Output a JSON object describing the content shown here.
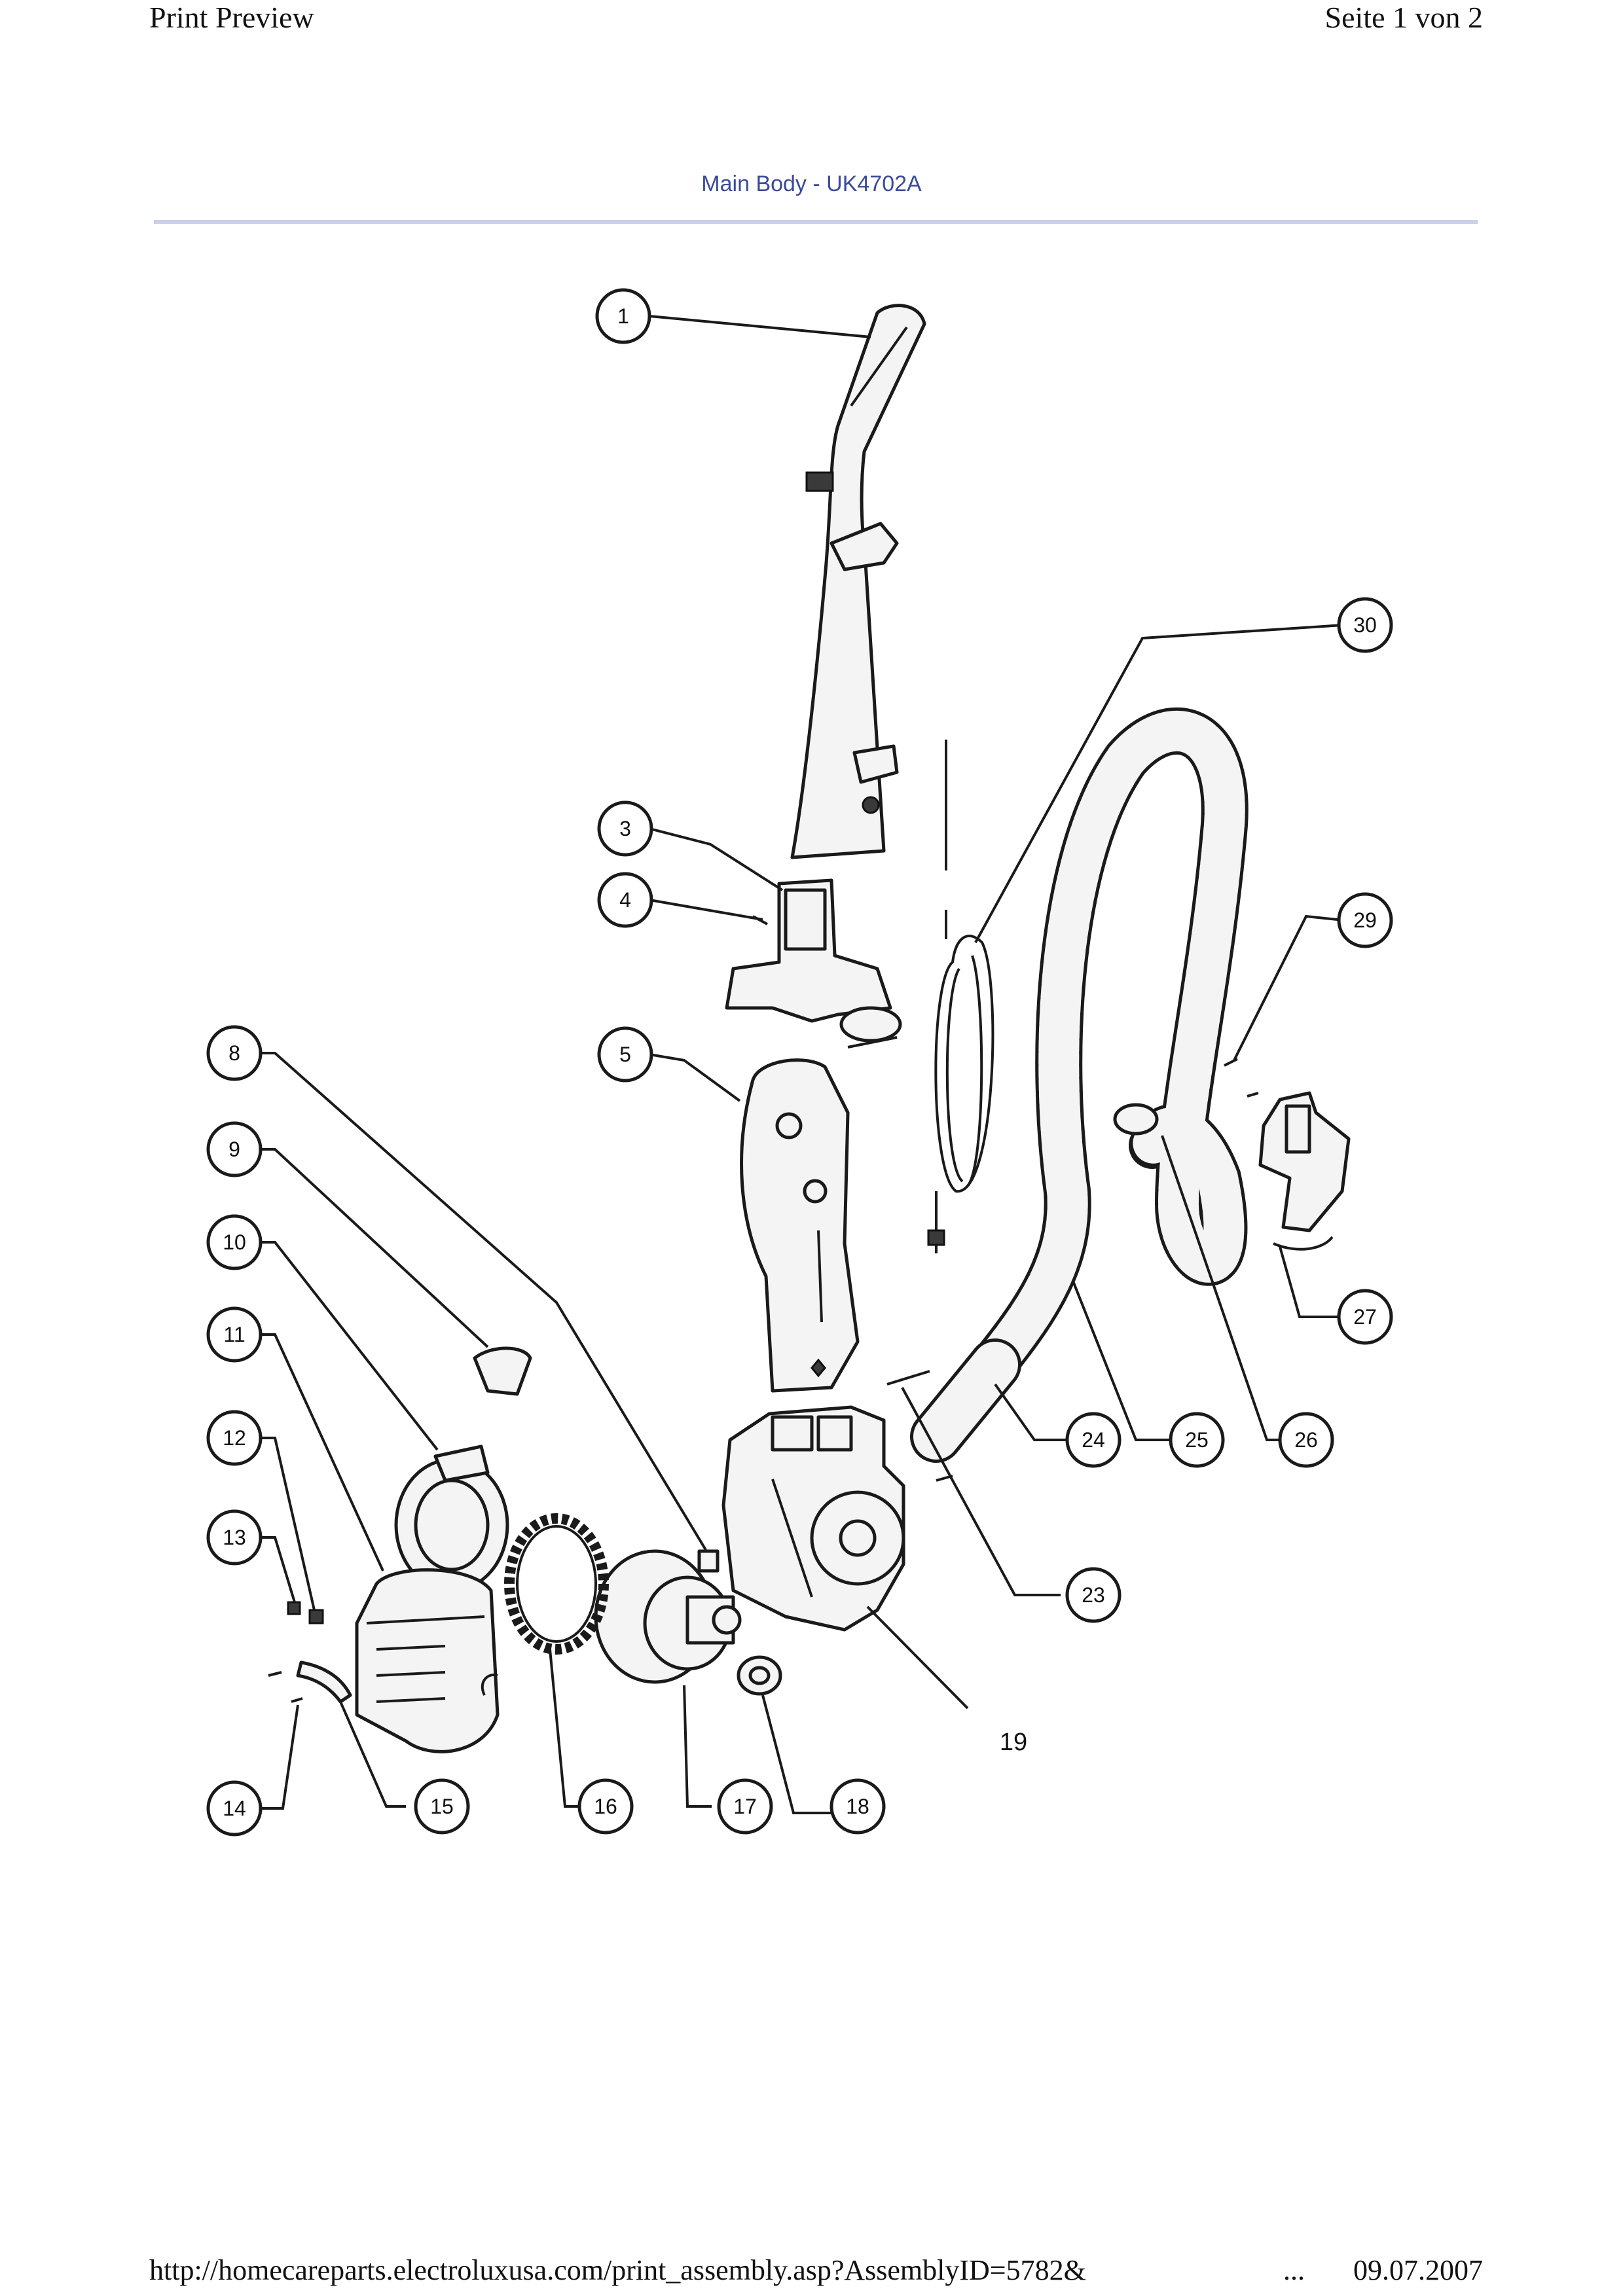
{
  "header": {
    "left": "Print Preview",
    "right": "Seite 1 von 2"
  },
  "title": "Main Body - UK4702A",
  "callouts": {
    "c1": "1",
    "c3": "3",
    "c4": "4",
    "c5": "5",
    "c8": "8",
    "c9": "9",
    "c10": "10",
    "c11": "11",
    "c12": "12",
    "c13": "13",
    "c14": "14",
    "c15": "15",
    "c16": "16",
    "c17": "17",
    "c18": "18",
    "c19": "19",
    "c23": "23",
    "c24": "24",
    "c25": "25",
    "c26": "26",
    "c27": "27",
    "c29": "29",
    "c30": "30"
  },
  "footer": {
    "url": "http://homecareparts.electroluxusa.com/print_assembly.asp?AssemblyID=5782&",
    "dots": "...",
    "date": "09.07.2007"
  }
}
